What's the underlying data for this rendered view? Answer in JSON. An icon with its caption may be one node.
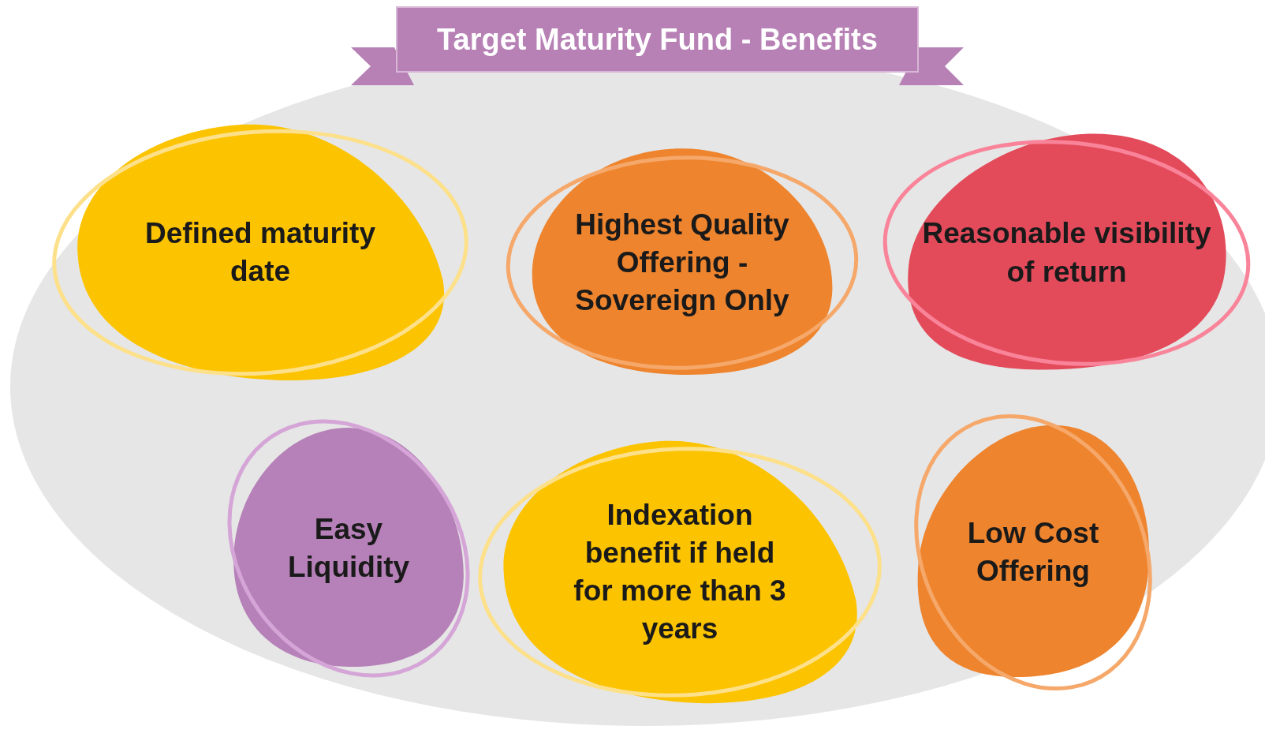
{
  "diagram": {
    "title": "Target Maturity Fund - Benefits",
    "nodes": [
      {
        "text": [
          "Defined maturity date"
        ]
      },
      {
        "text": [
          "Highest Quality Offering - Sovereign Only"
        ]
      },
      {
        "text": [
          "Reasonable visibility of return"
        ]
      },
      {
        "text": [
          "Easy Liquidity"
        ]
      },
      {
        "text": [
          "Indexation benefit if held for more than 3 years"
        ]
      },
      {
        "text": [
          "Low Cost Offering"
        ]
      }
    ]
  }
}
